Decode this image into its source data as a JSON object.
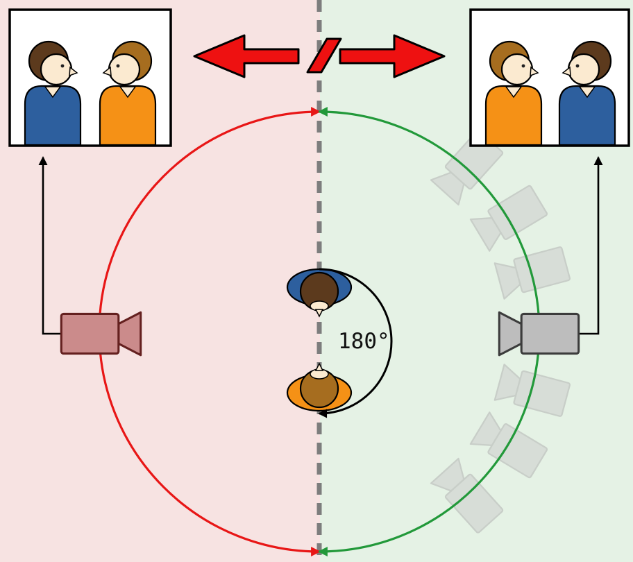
{
  "diagram": {
    "angle_label": "180°"
  },
  "icons": {
    "camera_icon": "video-camera silhouette (body + trapezoid lens)",
    "ghost_camera_icon": "faded alternate camera position",
    "reverse_cut_icon": "two opposing red arrows with slash (forbidden reverse cut)",
    "actor_topdown_icon": "person seen from above",
    "shot_frame_icon": "framed two-shot picture"
  },
  "colors": {
    "bg_left": "#f7e3e2",
    "bg_right": "#e5f2e5",
    "axis_gray": "#7d7d7d",
    "arc_red": "#e81616",
    "arc_green": "#22993a",
    "arrow_red": "#ee1111",
    "outline_black": "#000000",
    "camera_left_fill": "#cb8b8b",
    "camera_left_stroke": "#64201f",
    "camera_right_fill": "#bdbdbd",
    "camera_right_stroke": "#3c3c3c",
    "ghost_fill": "#cdcdcd",
    "ghost_stroke": "#b2b2b2",
    "shirt_blue": "#2d5f9e",
    "shirt_orange": "#f59116",
    "hair_dark": "#5c3a1d",
    "hair_light": "#a66d1f",
    "skin": "#fbead0",
    "frame_bg": "#ffffff"
  }
}
